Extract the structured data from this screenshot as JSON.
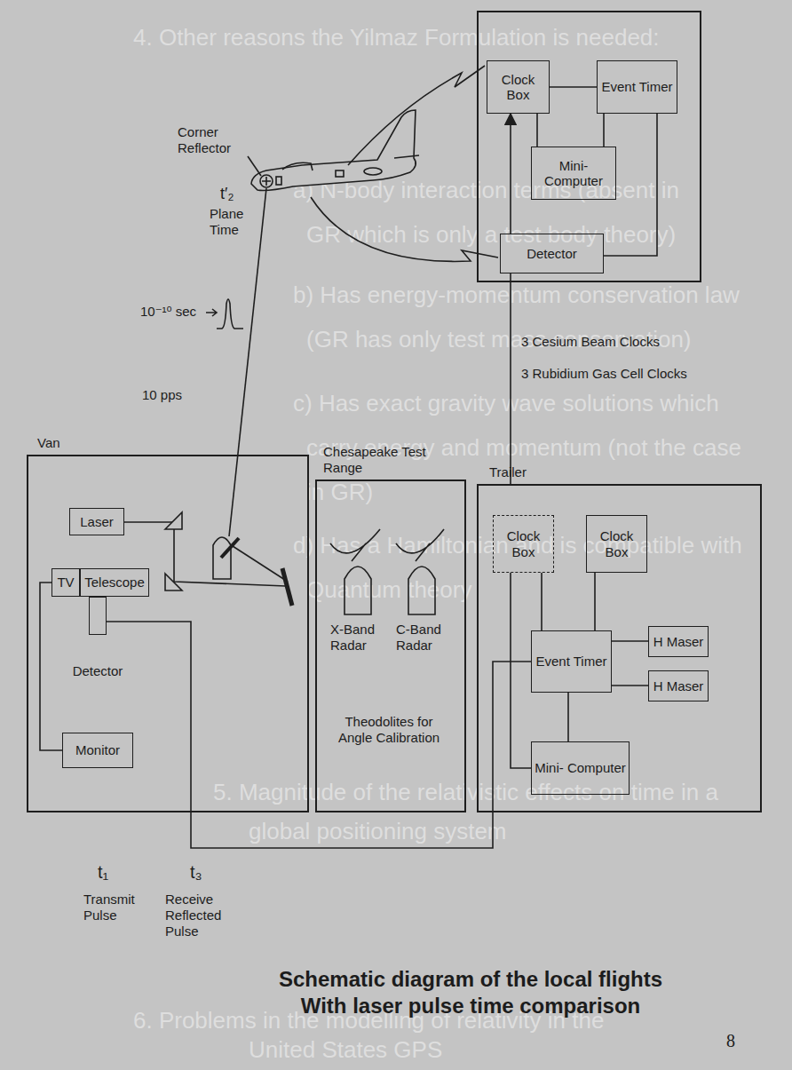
{
  "diagram": {
    "caption": "Schematic diagram of the local flights With laser pulse time comparison",
    "nodes": [
      {
        "text": []
      },
      {
        "text": [
          "Clock Box"
        ],
        "in": 0
      },
      {
        "text": [
          "Event Timer"
        ],
        "in": 0
      },
      {
        "text": [
          "Mini- Computer"
        ],
        "in": 0
      },
      {
        "text": [
          "Detector"
        ],
        "in": 0
      },
      {
        "text": [
          "Van"
        ]
      },
      {
        "text": [
          "Laser"
        ],
        "in": 5
      },
      {
        "text": [
          "TV"
        ],
        "in": 5
      },
      {
        "text": [
          "Telescope"
        ],
        "in": 5
      },
      {
        "text": [
          "Detector"
        ],
        "in": 5
      },
      {
        "text": [
          "Monitor"
        ],
        "in": 5
      },
      {
        "text": [
          "Chesapeake Test Range",
          "Theodolites for Angle Calibration"
        ]
      },
      {
        "text": [
          "Trailer"
        ]
      },
      {
        "text": [
          "Clock Box"
        ],
        "in": 12
      },
      {
        "text": [
          "Clock Box"
        ],
        "in": 12
      },
      {
        "text": [
          "Event Timer"
        ],
        "in": 12
      },
      {
        "text": [
          "H Maser"
        ],
        "in": 12
      },
      {
        "text": [
          "H Maser"
        ],
        "in": 12
      },
      {
        "text": [
          "Mini- Computer"
        ],
        "in": 12
      }
    ],
    "edges": [
      {
        "from": 1,
        "to": 2,
        "arrow": "none"
      },
      {
        "from": 1,
        "to": 3,
        "arrow": "none"
      },
      {
        "from": 2,
        "to": 3,
        "arrow": "none"
      },
      {
        "from": 2,
        "to": 4,
        "arrow": "none"
      },
      {
        "from": 4,
        "to": 1,
        "arrow": "to"
      },
      {
        "from": 12,
        "to": 4,
        "arrow": "none"
      },
      {
        "from": 10,
        "to": 7,
        "arrow": "none"
      },
      {
        "from": 9,
        "to": 15,
        "arrow": "none"
      },
      {
        "from": 13,
        "to": 15,
        "arrow": "none"
      },
      {
        "from": 14,
        "to": 15,
        "arrow": "none"
      },
      {
        "from": 15,
        "to": 16,
        "arrow": "none"
      },
      {
        "from": 15,
        "to": 17,
        "arrow": "none"
      },
      {
        "from": 15,
        "to": 18,
        "arrow": "none"
      },
      {
        "from": 13,
        "to": 18,
        "arrow": "none"
      }
    ],
    "labels": [
      "Corner Reflector",
      "t′₂",
      "Plane Time",
      "10⁻¹⁰ sec",
      "10 pps",
      "X-Band Radar",
      "C-Band Radar",
      "3 Cesium Beam Clocks",
      "3 Rubidium Gas Cell Clocks",
      "t₁",
      "Transmit Pulse",
      "t₃",
      "Receive Reflected Pulse",
      "8",
      "4. Other reasons the Yilmaz Formulation is needed:",
      "a) N-body interaction terms (absent in",
      "GR which is only a test body theory)",
      "b) Has energy-momentum conservation law",
      "(GR has only test mass conservation)",
      "c) Has exact gravity wave solutions which",
      "carry energy and momentum (not the case",
      "in GR)",
      "d) Has a Hamiltonian and is compatible with",
      "Quantum theory",
      "5. Magnitude of the relativistic effects on time in a",
      "global positioning system",
      "6. Problems in the modelling of relativity in the",
      "United States GPS"
    ]
  }
}
